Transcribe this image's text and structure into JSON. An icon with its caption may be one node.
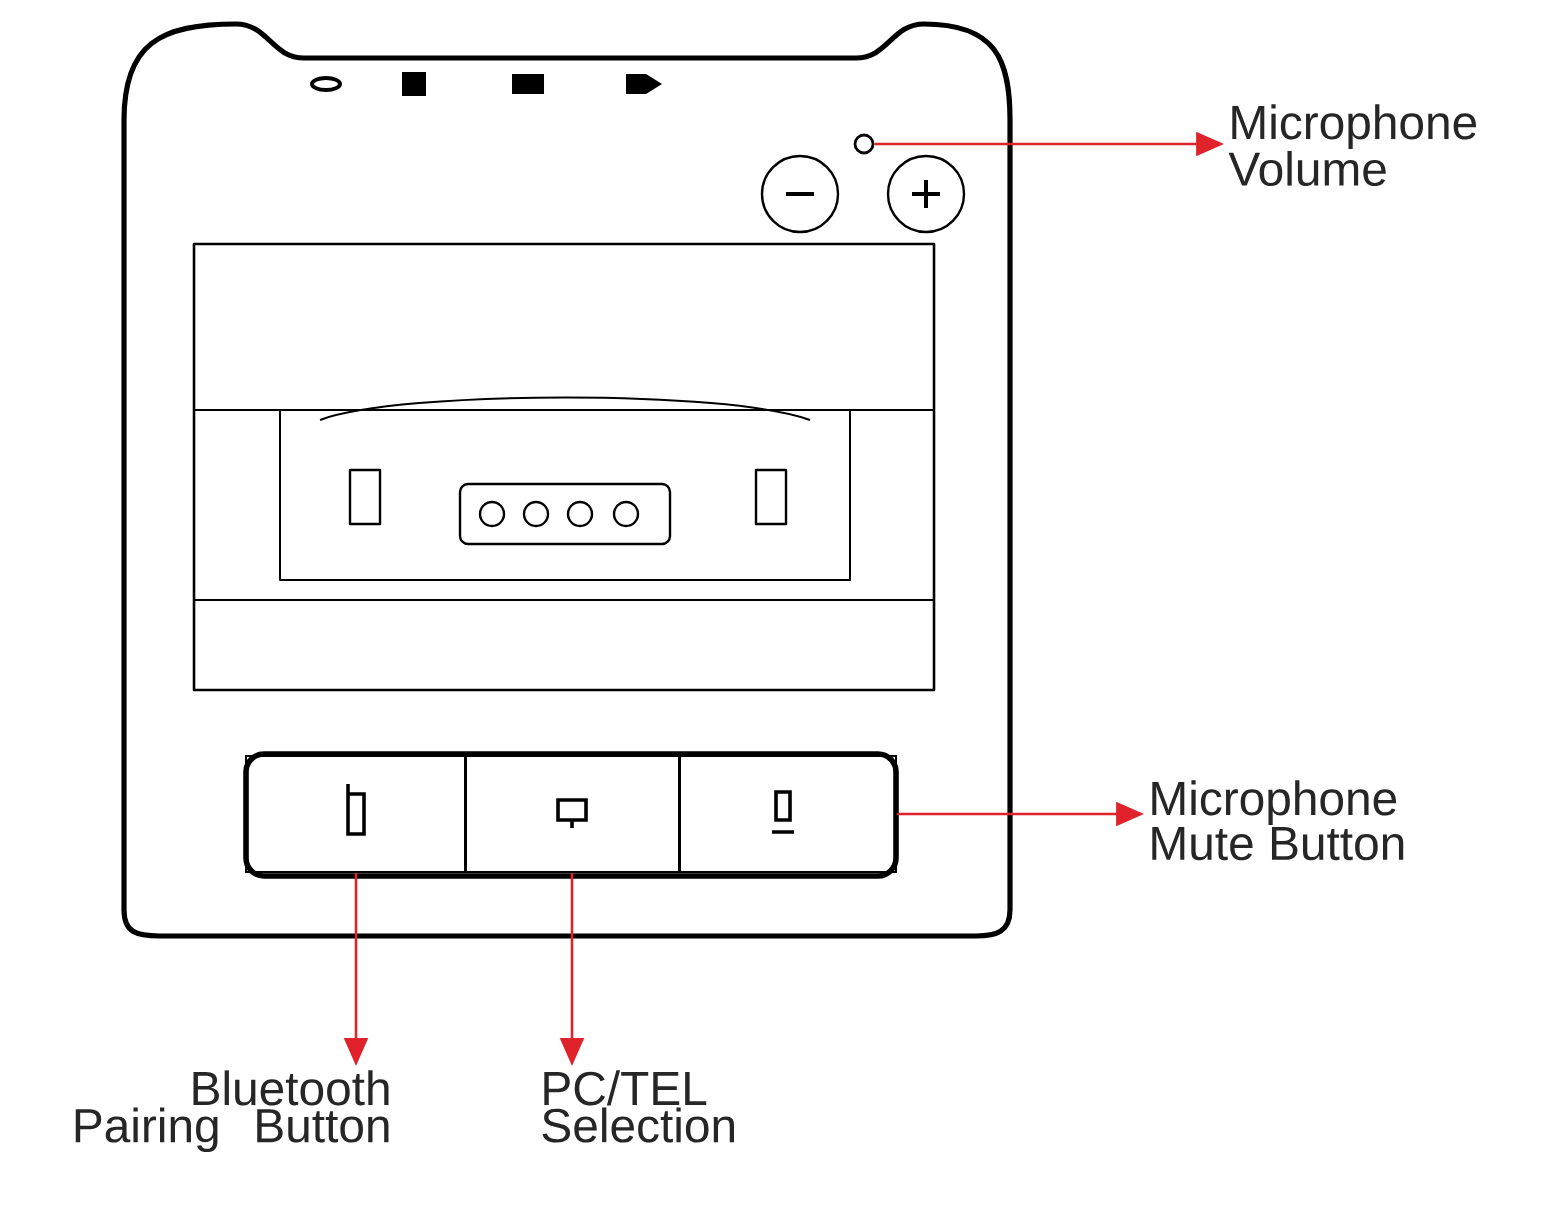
{
  "diagram": {
    "nodes": [
      {
        "text": [
          "Microphone Volume"
        ]
      },
      {
        "text": [
          "Microphone Mute Button"
        ]
      },
      {
        "text": [
          "Bluetooth Pairing Button"
        ]
      },
      {
        "text": [
          "PC/TEL Selection"
        ]
      },
      {
        "text": [],
        "shape": "circle"
      },
      {
        "text": [],
        "shape": "box"
      },
      {
        "text": [],
        "shape": "box"
      },
      {
        "text": [],
        "shape": "box"
      }
    ],
    "edges": [
      {
        "from": 4,
        "to": 0,
        "arrow": "to"
      },
      {
        "from": 7,
        "to": 1,
        "arrow": "to"
      },
      {
        "from": 5,
        "to": 2,
        "arrow": "to"
      },
      {
        "from": 6,
        "to": 3,
        "arrow": "to"
      }
    ]
  }
}
